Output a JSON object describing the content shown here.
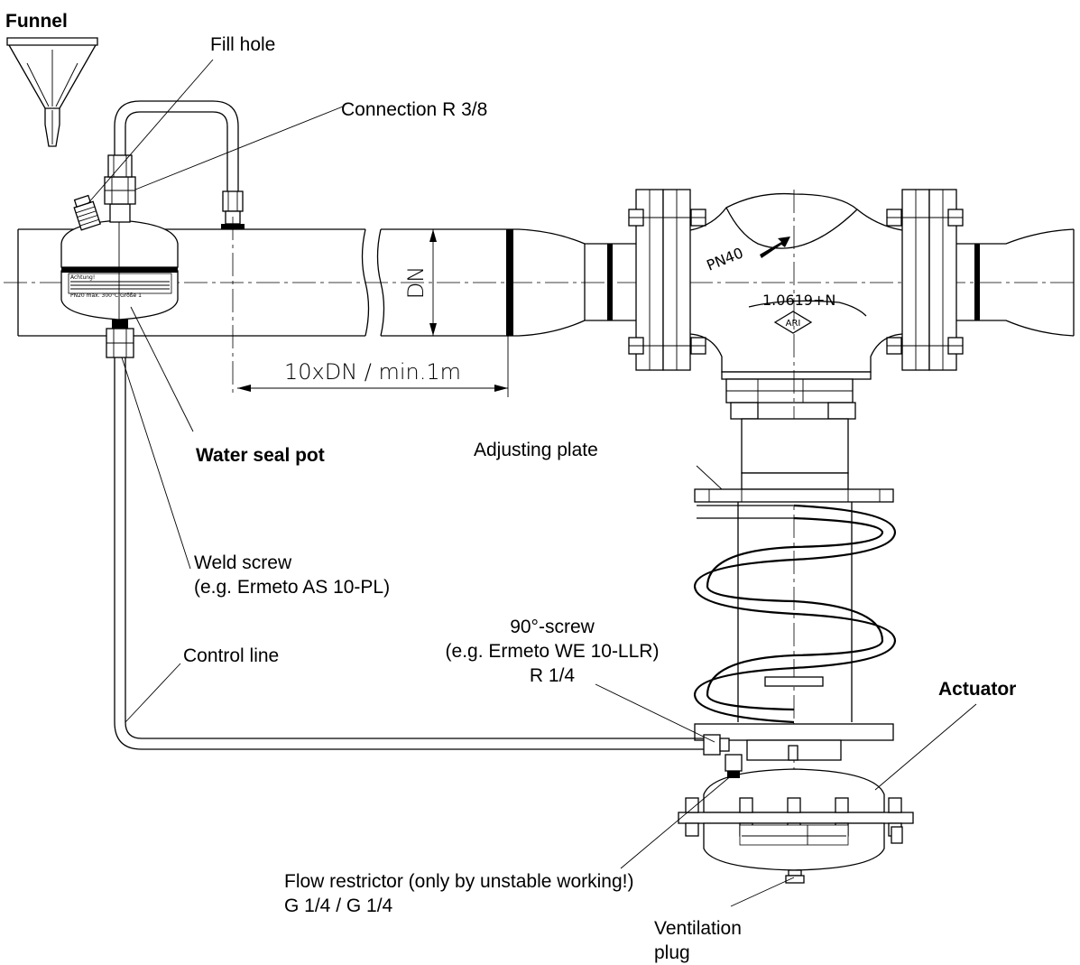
{
  "labels": {
    "funnel": "Funnel",
    "fill_hole": "Fill hole",
    "connection": "Connection R 3/8",
    "water_seal_pot": "Water seal pot",
    "adjusting_plate": "Adjusting plate",
    "weld_screw_1": "Weld screw",
    "weld_screw_2": "(e.g. Ermeto AS 10-PL)",
    "screw90_1": "90°-screw",
    "screw90_2": "(e.g. Ermeto WE 10-LLR)",
    "screw90_3": "R 1/4",
    "control_line": "Control line",
    "actuator": "Actuator",
    "flow_restrictor_1": "Flow restrictor (only by unstable working!)",
    "flow_restrictor_2": "G 1/4 / G 1/4",
    "ventilation_1": "Ventilation",
    "ventilation_2": "plug"
  },
  "dimensions": {
    "dn": "DN",
    "distance": "10xDN / min.1m"
  },
  "valve_marks": {
    "pressure": "PN40",
    "material": "1.0619+N",
    "brand": "ARI"
  },
  "pot_plate": {
    "line1": "Achtung!",
    "line2": "PN20     max. 300°C    Größe 1"
  }
}
